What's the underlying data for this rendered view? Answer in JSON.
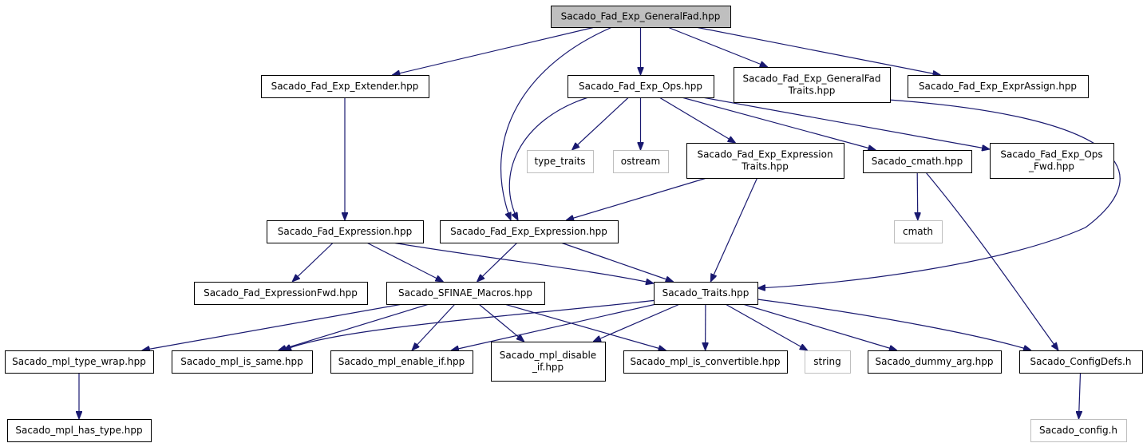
{
  "colors": {
    "edge": "#191970",
    "node_border": "#000000",
    "external_border": "#bfbfbf",
    "root_fill": "#bfbfbf",
    "node_fill": "#ffffff"
  },
  "nodes": [
    {
      "id": "root",
      "lines": [
        "Sacado_Fad_Exp_GeneralFad.hpp"
      ],
      "kind": "root"
    },
    {
      "id": "extender",
      "lines": [
        "Sacado_Fad_Exp_Extender.hpp"
      ],
      "kind": "file"
    },
    {
      "id": "ops",
      "lines": [
        "Sacado_Fad_Exp_Ops.hpp"
      ],
      "kind": "file"
    },
    {
      "id": "gftraits",
      "lines": [
        "Sacado_Fad_Exp_GeneralFad",
        "Traits.hpp"
      ],
      "kind": "file"
    },
    {
      "id": "exprassign",
      "lines": [
        "Sacado_Fad_Exp_ExprAssign.hpp"
      ],
      "kind": "file"
    },
    {
      "id": "type_traits",
      "lines": [
        "type_traits"
      ],
      "kind": "external"
    },
    {
      "id": "ostream",
      "lines": [
        "ostream"
      ],
      "kind": "external"
    },
    {
      "id": "exprtraits",
      "lines": [
        "Sacado_Fad_Exp_Expression",
        "Traits.hpp"
      ],
      "kind": "file"
    },
    {
      "id": "cmathhpp",
      "lines": [
        "Sacado_cmath.hpp"
      ],
      "kind": "file"
    },
    {
      "id": "opsfwd",
      "lines": [
        "Sacado_Fad_Exp_Ops",
        "_Fwd.hpp"
      ],
      "kind": "file"
    },
    {
      "id": "cmath",
      "lines": [
        "cmath"
      ],
      "kind": "external"
    },
    {
      "id": "fadexpr",
      "lines": [
        "Sacado_Fad_Expression.hpp"
      ],
      "kind": "file"
    },
    {
      "id": "fadexpexpr",
      "lines": [
        "Sacado_Fad_Exp_Expression.hpp"
      ],
      "kind": "file"
    },
    {
      "id": "exprfwd",
      "lines": [
        "Sacado_Fad_ExpressionFwd.hpp"
      ],
      "kind": "file"
    },
    {
      "id": "sfinae",
      "lines": [
        "Sacado_SFINAE_Macros.hpp"
      ],
      "kind": "file"
    },
    {
      "id": "traits",
      "lines": [
        "Sacado_Traits.hpp"
      ],
      "kind": "file"
    },
    {
      "id": "typewrap",
      "lines": [
        "Sacado_mpl_type_wrap.hpp"
      ],
      "kind": "file"
    },
    {
      "id": "issame",
      "lines": [
        "Sacado_mpl_is_same.hpp"
      ],
      "kind": "file"
    },
    {
      "id": "enableif",
      "lines": [
        "Sacado_mpl_enable_if.hpp"
      ],
      "kind": "file"
    },
    {
      "id": "disableif",
      "lines": [
        "Sacado_mpl_disable",
        "_if.hpp"
      ],
      "kind": "file"
    },
    {
      "id": "isconv",
      "lines": [
        "Sacado_mpl_is_convertible.hpp"
      ],
      "kind": "file"
    },
    {
      "id": "string",
      "lines": [
        "string"
      ],
      "kind": "external"
    },
    {
      "id": "dummyarg",
      "lines": [
        "Sacado_dummy_arg.hpp"
      ],
      "kind": "file"
    },
    {
      "id": "configdefs",
      "lines": [
        "Sacado_ConfigDefs.h"
      ],
      "kind": "file"
    },
    {
      "id": "hastype",
      "lines": [
        "Sacado_mpl_has_type.hpp"
      ],
      "kind": "file"
    },
    {
      "id": "config",
      "lines": [
        "Sacado_config.h"
      ],
      "kind": "external"
    }
  ],
  "edges": [
    [
      "root",
      "extender"
    ],
    [
      "root",
      "ops"
    ],
    [
      "root",
      "gftraits"
    ],
    [
      "root",
      "exprassign"
    ],
    [
      "root",
      "fadexpexpr"
    ],
    [
      "extender",
      "fadexpr"
    ],
    [
      "ops",
      "type_traits"
    ],
    [
      "ops",
      "ostream"
    ],
    [
      "ops",
      "exprtraits"
    ],
    [
      "ops",
      "cmathhpp"
    ],
    [
      "ops",
      "opsfwd"
    ],
    [
      "ops",
      "fadexpexpr"
    ],
    [
      "gftraits",
      "traits"
    ],
    [
      "exprtraits",
      "fadexpexpr"
    ],
    [
      "exprtraits",
      "traits"
    ],
    [
      "cmathhpp",
      "cmath"
    ],
    [
      "cmathhpp",
      "configdefs"
    ],
    [
      "fadexpr",
      "exprfwd"
    ],
    [
      "fadexpr",
      "sfinae"
    ],
    [
      "fadexpr",
      "traits"
    ],
    [
      "fadexpexpr",
      "sfinae"
    ],
    [
      "fadexpexpr",
      "traits"
    ],
    [
      "sfinae",
      "typewrap"
    ],
    [
      "sfinae",
      "issame"
    ],
    [
      "sfinae",
      "enableif"
    ],
    [
      "sfinae",
      "disableif"
    ],
    [
      "sfinae",
      "isconv"
    ],
    [
      "traits",
      "issame"
    ],
    [
      "traits",
      "enableif"
    ],
    [
      "traits",
      "disableif"
    ],
    [
      "traits",
      "isconv"
    ],
    [
      "traits",
      "string"
    ],
    [
      "traits",
      "dummyarg"
    ],
    [
      "traits",
      "configdefs"
    ],
    [
      "typewrap",
      "hastype"
    ],
    [
      "configdefs",
      "config"
    ]
  ]
}
